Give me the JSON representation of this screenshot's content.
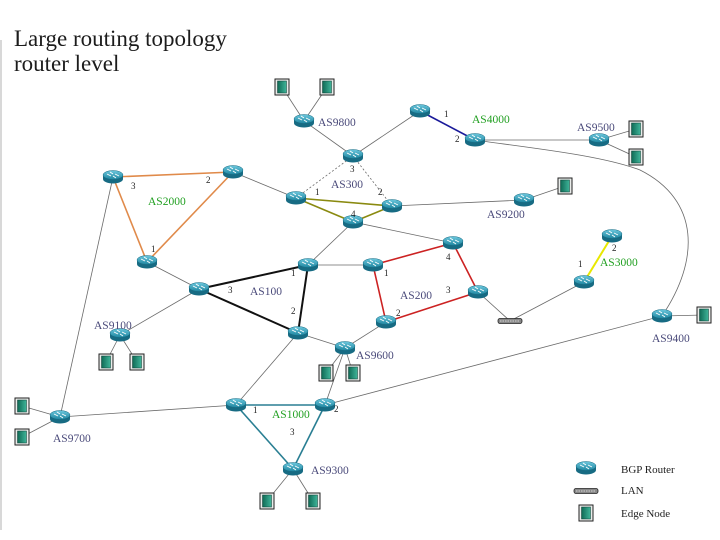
{
  "title": {
    "line1": "Large routing topology",
    "line2": "router level"
  },
  "colors": {
    "link": "#6a6a6a",
    "router_fill": "#2e9bb5",
    "router_dark": "#176b83",
    "as2000": "#e08a4a",
    "as300": "#8a8a10",
    "as100": "#111111",
    "as200": "#cc2222",
    "as1000": "#2a7f93",
    "as3000": "#e8e800",
    "as4000": "#1a1a9a",
    "label_blue": "#1a8fae",
    "label_green": "#22a022",
    "label_dark": "#4a4a7a"
  },
  "as_labels": [
    {
      "id": "as9800",
      "text": "AS9800",
      "color": "label_dark"
    },
    {
      "id": "as4000",
      "text": "AS4000",
      "color": "label_green"
    },
    {
      "id": "as9500",
      "text": "AS9500",
      "color": "label_dark"
    },
    {
      "id": "as2000",
      "text": "AS2000",
      "color": "label_green"
    },
    {
      "id": "as300",
      "text": "AS300",
      "color": "label_dark"
    },
    {
      "id": "as9200",
      "text": "AS9200",
      "color": "label_dark"
    },
    {
      "id": "as3000",
      "text": "AS3000",
      "color": "label_green"
    },
    {
      "id": "as100",
      "text": "AS100",
      "color": "label_dark"
    },
    {
      "id": "as200",
      "text": "AS200",
      "color": "label_dark"
    },
    {
      "id": "as9100",
      "text": "AS9100",
      "color": "label_dark"
    },
    {
      "id": "as9600",
      "text": "AS9600",
      "color": "label_dark"
    },
    {
      "id": "as9400",
      "text": "AS9400",
      "color": "label_dark"
    },
    {
      "id": "as1000",
      "text": "AS1000",
      "color": "label_green"
    },
    {
      "id": "as9700",
      "text": "AS9700",
      "color": "label_dark"
    },
    {
      "id": "as9300",
      "text": "AS9300",
      "color": "label_dark"
    }
  ],
  "port_numbers": [
    {
      "id": "as4000-1",
      "text": "1"
    },
    {
      "id": "as4000-2",
      "text": "2"
    },
    {
      "id": "as2000-2",
      "text": "2"
    },
    {
      "id": "as2000-3",
      "text": "3"
    },
    {
      "id": "as2000-1",
      "text": "1"
    },
    {
      "id": "as300-3",
      "text": "3"
    },
    {
      "id": "as300-1",
      "text": "1"
    },
    {
      "id": "as300-2",
      "text": "2"
    },
    {
      "id": "as300-4",
      "text": "4"
    },
    {
      "id": "as3000-2",
      "text": "2"
    },
    {
      "id": "as3000-1",
      "text": "1"
    },
    {
      "id": "as200-4",
      "text": "4"
    },
    {
      "id": "as200-1",
      "text": "1"
    },
    {
      "id": "as200-3",
      "text": "3"
    },
    {
      "id": "as200-2",
      "text": "2"
    },
    {
      "id": "as100-1",
      "text": "1"
    },
    {
      "id": "as100-3",
      "text": "3"
    },
    {
      "id": "as100-2",
      "text": "2"
    },
    {
      "id": "as1000-1",
      "text": "1"
    },
    {
      "id": "as1000-2",
      "text": "2"
    },
    {
      "id": "as1000-3",
      "text": "3"
    }
  ],
  "legend": {
    "router": "BGP Router",
    "lan": "LAN",
    "edge": "Edge Node"
  },
  "icons": {
    "router": "bgp-router-icon",
    "lan": "lan-icon",
    "edge": "edge-node-icon"
  }
}
